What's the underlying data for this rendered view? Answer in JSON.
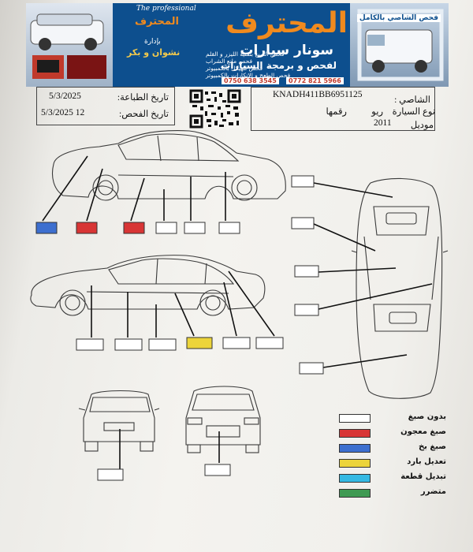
{
  "banner": {
    "tagline_en": "The professional",
    "top_label": "فحص الشاصي بالكامل",
    "name": "المحترف",
    "subtitle_1": "سونار سيارات",
    "subtitle_2": "لفحص و برمجة السيارات",
    "logo_text": "المحترف",
    "management": "بإدارة",
    "owners": "نشوان و بكر",
    "services": [
      "فحص الصبغ بتقنية الليزر و القلم",
      "فحص مانع الشراب",
      "فحص الهيكل بالكمبيوتر",
      "فحص الطعج و الانكارات بالكمبيوتر"
    ],
    "phone_1": "0750 638 3545",
    "phone_2": "0772 821 5966"
  },
  "print_date": {
    "label": "تاريخ الطباعة:",
    "value": "5/3/2025"
  },
  "exam_date": {
    "label": "تاريخ الفحص:",
    "value": "5/3/2025  12"
  },
  "vehicle": {
    "chassis_label": "الشاصي :",
    "chassis_value": "KNADH411BB6951125",
    "type_label": "نوع السيارة",
    "type_value": "ريو",
    "number_label": "رقمها",
    "model_label": "موديل",
    "model_value": "2011"
  },
  "colors": {
    "original": "#ffffff",
    "repainted": "#d83535",
    "painted_spot": "#3d6fcf",
    "light_repair": "#ecd43a",
    "part_replaced": "#35b9e3",
    "damaged": "#3f9a52"
  },
  "panels": {
    "side_top": [
      "painted_spot",
      "repainted",
      "repainted",
      "original",
      "original",
      "original"
    ],
    "side_bottom": [
      "original",
      "original",
      "original",
      "light_repair",
      "original",
      "original"
    ],
    "top_view": [
      "original",
      "original",
      "original",
      "original",
      "original"
    ],
    "rear": "original",
    "front": "original"
  },
  "legend": [
    {
      "key": "original",
      "label": "بدون صبغ"
    },
    {
      "key": "repainted",
      "label": "صبغ معجون"
    },
    {
      "key": "painted_spot",
      "label": "صبغ بخ"
    },
    {
      "key": "light_repair",
      "label": "تعديل بارد"
    },
    {
      "key": "part_replaced",
      "label": "تبديل قطعة"
    },
    {
      "key": "damaged",
      "label": "متضرر"
    }
  ]
}
